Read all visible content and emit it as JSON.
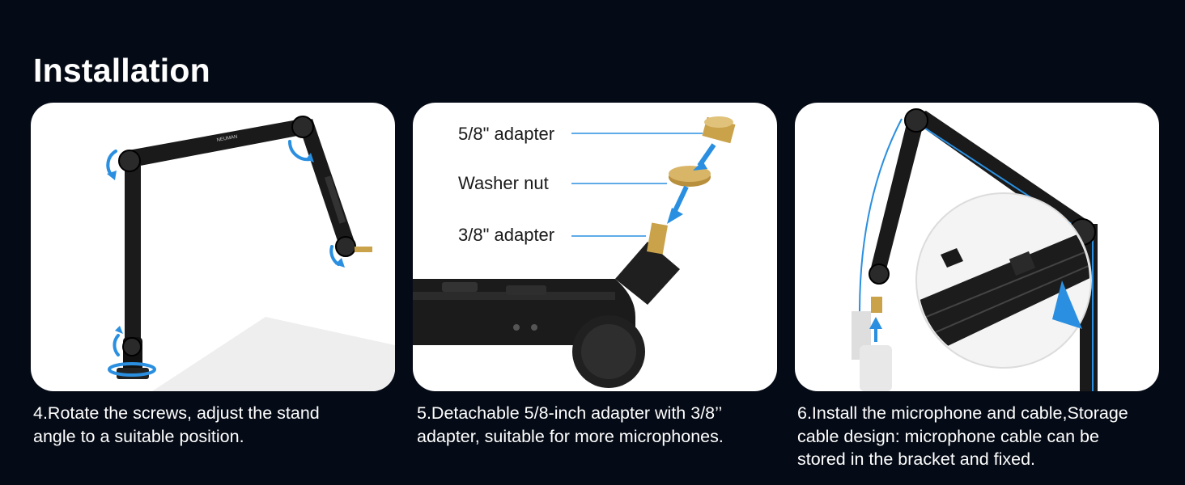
{
  "title": "Installation",
  "steps": [
    {
      "caption": "4.Rotate the screws,  adjust the stand\nangle to a suitable position."
    },
    {
      "caption": "5.Detachable 5/8-inch adapter with 3/8’’\nadapter, suitable for more microphones.",
      "labels": [
        "5/8\" adapter",
        "Washer nut",
        "3/8\" adapter"
      ]
    },
    {
      "caption": "6.Install the microphone and cable,Storage\ncable design: microphone cable can be\nstored in the bracket and fixed."
    }
  ],
  "colors": {
    "background": "#050b16",
    "accent": "#2a8fe0",
    "card": "#ffffff"
  }
}
